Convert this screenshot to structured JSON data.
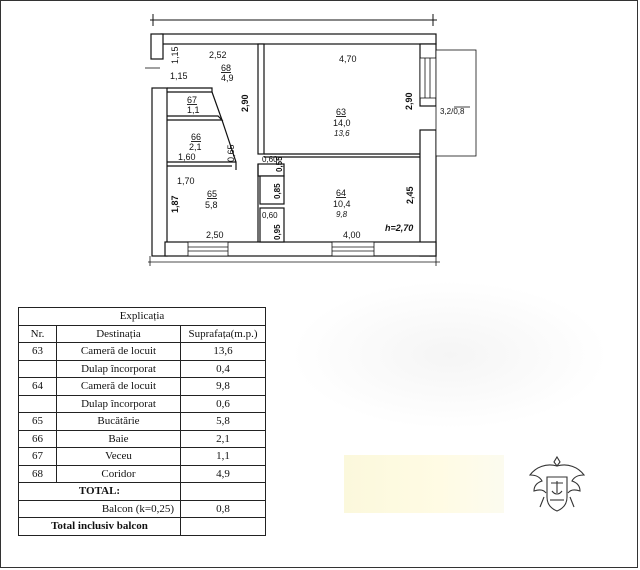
{
  "plan": {
    "labels": {
      "w252": "2,52",
      "w470": "4,70",
      "h115a": "1,15",
      "h115b": "1,15",
      "r68n": "68",
      "r68a": "4,9",
      "r67n": "67",
      "r67a": "1,1",
      "r66n": "66",
      "r66a": "2,1",
      "d160": "1,60",
      "d065": "0,65",
      "d290a": "2,90",
      "r63n": "63",
      "r63a": "14,0",
      "r63b": "13,6",
      "d290b": "2,90",
      "balc": "3,2/0,8",
      "d060a": "0,60",
      "d055": "0,55",
      "d085": "0,85",
      "d170": "1,70",
      "r65n": "65",
      "r65a": "5,8",
      "r64n": "64",
      "r64a": "10,4",
      "r64b": "9,8",
      "d245": "2,45",
      "d060b": "0,60",
      "d095": "0,95",
      "d187": "1,87",
      "d250": "2,50",
      "d400": "4,00",
      "height": "h=2,70"
    }
  },
  "table": {
    "caption": "Explicația",
    "headers": [
      "Nr.",
      "Destinația",
      "Suprafața(m.p.)"
    ],
    "rows": [
      [
        "63",
        "Cameră de locuit",
        "13,6"
      ],
      [
        "",
        "Dulap încorporat",
        "0,4"
      ],
      [
        "64",
        "Cameră de locuit",
        "9,8"
      ],
      [
        "",
        "Dulap încorporat",
        "0,6"
      ],
      [
        "65",
        "Bucătărie",
        "5,8"
      ],
      [
        "66",
        "Baie",
        "2,1"
      ],
      [
        "67",
        "Veceu",
        "1,1"
      ],
      [
        "68",
        "Coridor",
        "4,9"
      ]
    ],
    "total_label": "TOTAL:",
    "balcony": [
      "Balcon (k=0,25)",
      "0,8"
    ],
    "total_incl": "Total inclusiv balcon"
  },
  "colors": {
    "wall": "#111111",
    "stamp": "#fcf8dc"
  },
  "icons": [
    "coat-of-arms-icon"
  ]
}
